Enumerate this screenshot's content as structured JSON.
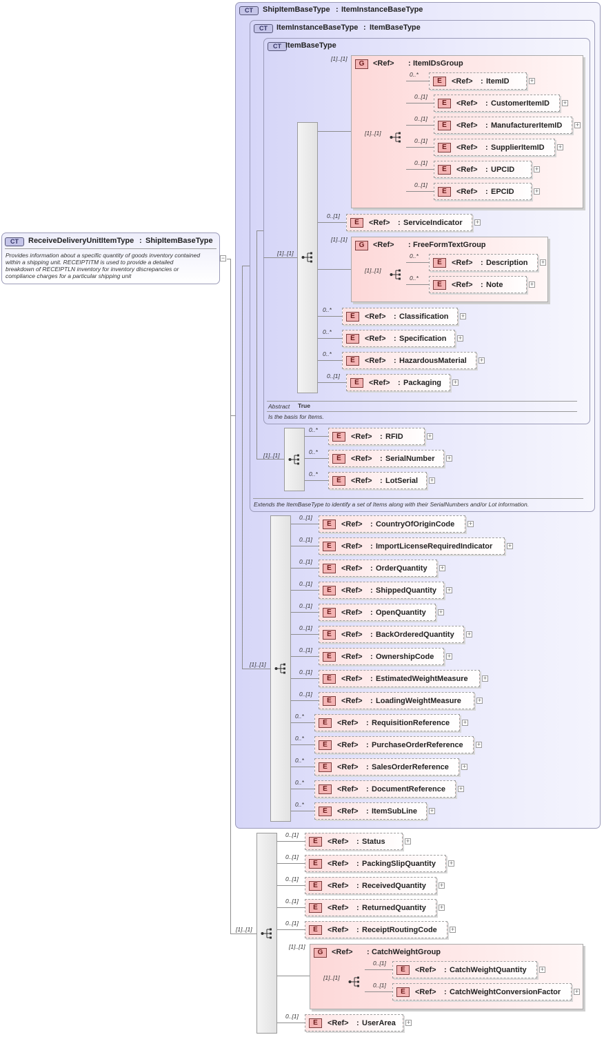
{
  "root": {
    "name": "ReceiveDeliveryUnitItemType",
    "base": "ShipItemBaseType",
    "description": [
      "Provides information about a specific quantity of goods inventory contained",
      "within a shipping unit. RECEIPTITM is used to provide a detailed",
      "breakdown of RECEIPTLN inventory for inventory discrepancies or",
      "compliance charges for a particular shipping unit"
    ]
  },
  "ship": {
    "name": "ShipItemBaseType",
    "base": "ItemInstanceBaseType"
  },
  "instance": {
    "name": "ItemInstanceBaseType",
    "base": "ItemBaseType",
    "note": "Extends the ItemBaseType to identify a set of Items along with their SerialNumbers and/or Lot information."
  },
  "item": {
    "name": "ItemBaseType",
    "abstract_label": "Abstract",
    "abstract_value": "True",
    "note": "Is the basis for Items."
  },
  "labels": {
    "ref": "<Ref>",
    "ct": "CT",
    "e": "E",
    "g": "G",
    "sep": ":"
  },
  "cards": {
    "c11": "[1]..[1]",
    "c01": "0..[1]",
    "c0n": "0..*"
  },
  "ids_group": {
    "name": "ItemIDsGroup",
    "items": [
      {
        "name": "ItemID",
        "card": "0..*"
      },
      {
        "name": "CustomerItemID",
        "card": "0..[1]"
      },
      {
        "name": "ManufacturerItemID",
        "card": "0..[1]"
      },
      {
        "name": "SupplierItemID",
        "card": "0..[1]"
      },
      {
        "name": "UPCID",
        "card": "0..[1]"
      },
      {
        "name": "EPCID",
        "card": "0..[1]"
      }
    ]
  },
  "service_indicator": {
    "name": "ServiceIndicator",
    "card": "0..[1]"
  },
  "freeform_group": {
    "name": "FreeFormTextGroup",
    "items": [
      {
        "name": "Description",
        "card": "0..*"
      },
      {
        "name": "Note",
        "card": "0..*"
      }
    ]
  },
  "item_tail": [
    {
      "name": "Classification",
      "card": "0..*"
    },
    {
      "name": "Specification",
      "card": "0..*"
    },
    {
      "name": "HazardousMaterial",
      "card": "0..*"
    },
    {
      "name": "Packaging",
      "card": "0..[1]"
    }
  ],
  "instance_items": [
    {
      "name": "RFID",
      "card": "0..*"
    },
    {
      "name": "SerialNumber",
      "card": "0..*"
    },
    {
      "name": "LotSerial",
      "card": "0..*"
    }
  ],
  "ship_items": [
    {
      "name": "CountryOfOriginCode",
      "card": "0..[1]"
    },
    {
      "name": "ImportLicenseRequiredIndicator",
      "card": "0..[1]"
    },
    {
      "name": "OrderQuantity",
      "card": "0..[1]"
    },
    {
      "name": "ShippedQuantity",
      "card": "0..[1]"
    },
    {
      "name": "OpenQuantity",
      "card": "0..[1]"
    },
    {
      "name": "BackOrderedQuantity",
      "card": "0..[1]"
    },
    {
      "name": "OwnershipCode",
      "card": "0..[1]"
    },
    {
      "name": "EstimatedWeightMeasure",
      "card": "0..[1]"
    },
    {
      "name": "LoadingWeightMeasure",
      "card": "0..[1]"
    },
    {
      "name": "RequisitionReference",
      "card": "0..*"
    },
    {
      "name": "PurchaseOrderReference",
      "card": "0..*"
    },
    {
      "name": "SalesOrderReference",
      "card": "0..*"
    },
    {
      "name": "DocumentReference",
      "card": "0..*"
    },
    {
      "name": "ItemSubLine",
      "card": "0..*"
    }
  ],
  "receive_items": [
    {
      "name": "Status",
      "card": "0..[1]"
    },
    {
      "name": "PackingSlipQuantity",
      "card": "0..[1]"
    },
    {
      "name": "ReceivedQuantity",
      "card": "0..[1]"
    },
    {
      "name": "ReturnedQuantity",
      "card": "0..[1]"
    },
    {
      "name": "ReceiptRoutingCode",
      "card": "0..[1]"
    }
  ],
  "catch_group": {
    "name": "CatchWeightGroup",
    "items": [
      {
        "name": "CatchWeightQuantity",
        "card": "0..[1]"
      },
      {
        "name": "CatchWeightConversionFactor",
        "card": "0..[1]"
      }
    ]
  },
  "user_area": {
    "name": "UserArea",
    "card": "0..[1]"
  }
}
